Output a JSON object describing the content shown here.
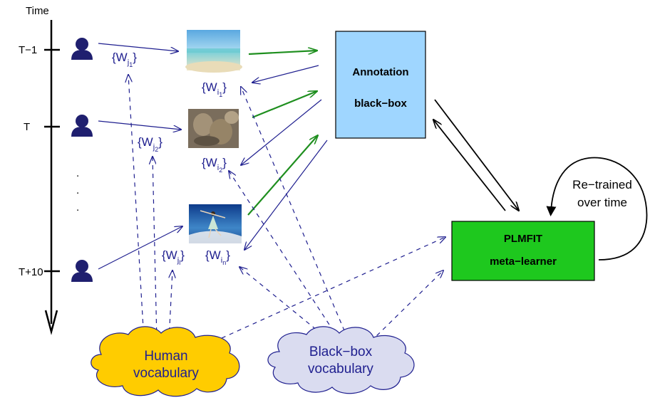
{
  "timeline": {
    "title": "Time",
    "ticks": [
      "T−1",
      "T",
      "T+10"
    ],
    "ellipsis": [
      ".",
      ".",
      "."
    ]
  },
  "user_vocab_labels": [
    {
      "main": "{W",
      "sub": "j",
      "subsub": "1",
      "close": "}"
    },
    {
      "main": "{W",
      "sub": "j",
      "subsub": "2",
      "close": "}"
    },
    {
      "main": "{W",
      "sub": "j",
      "subsub": "l",
      "close": "}"
    }
  ],
  "image_vocab_labels": [
    {
      "main": "{W",
      "sub": "i",
      "subsub": "1",
      "close": "}"
    },
    {
      "main": "{W",
      "sub": "i",
      "subsub": "2",
      "close": "}"
    },
    {
      "main": "{W",
      "sub": "i",
      "subsub": "n",
      "close": "}"
    }
  ],
  "images": [
    "beach-photo",
    "sculpture-photo",
    "dancer-photo"
  ],
  "annotation_box": {
    "line1": "Annotation",
    "line2": "black−box",
    "color": "#9fd6ff"
  },
  "meta_learner_box": {
    "line1": "PLMFIT",
    "line2": "meta−learner",
    "color": "#1ec81e"
  },
  "retrain_loop": {
    "line1": "Re−trained",
    "line2": "over time"
  },
  "clouds": {
    "human": {
      "line1": "Human",
      "line2": "vocabulary",
      "color": "#ffcc00"
    },
    "blackbox": {
      "line1": "Black−box",
      "line2": "vocabulary",
      "color": "#dadcf0"
    }
  },
  "colors": {
    "user_arrows": "#1f1f8f",
    "green_arrows": "#1f8f1f",
    "person": "#1f1f6f"
  }
}
